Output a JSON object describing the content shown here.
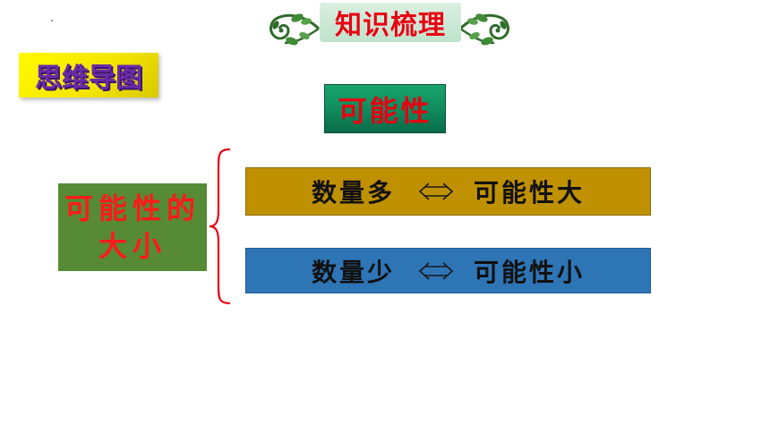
{
  "header": {
    "title": "知识梳理"
  },
  "badge": {
    "label": "思维导图"
  },
  "diagram": {
    "topic": "可能性",
    "left_node": {
      "line1": "可能性的",
      "line2": "大小"
    },
    "rows": [
      {
        "left": "数量多",
        "right": "可能性大",
        "color": "#bf9000"
      },
      {
        "left": "数量少",
        "right": "可能性小",
        "color": "#2e75b6"
      }
    ],
    "colors": {
      "topic_bg": "#0f8a5c",
      "left_node_bg": "#568a35",
      "title_text": "#e60012",
      "badge_bg": "#fffa00",
      "badge_text": "#6a2aa8",
      "brace": "#e60012"
    },
    "icons": [
      "leaf-ornament-icon",
      "double-arrow-icon",
      "curly-brace"
    ]
  }
}
